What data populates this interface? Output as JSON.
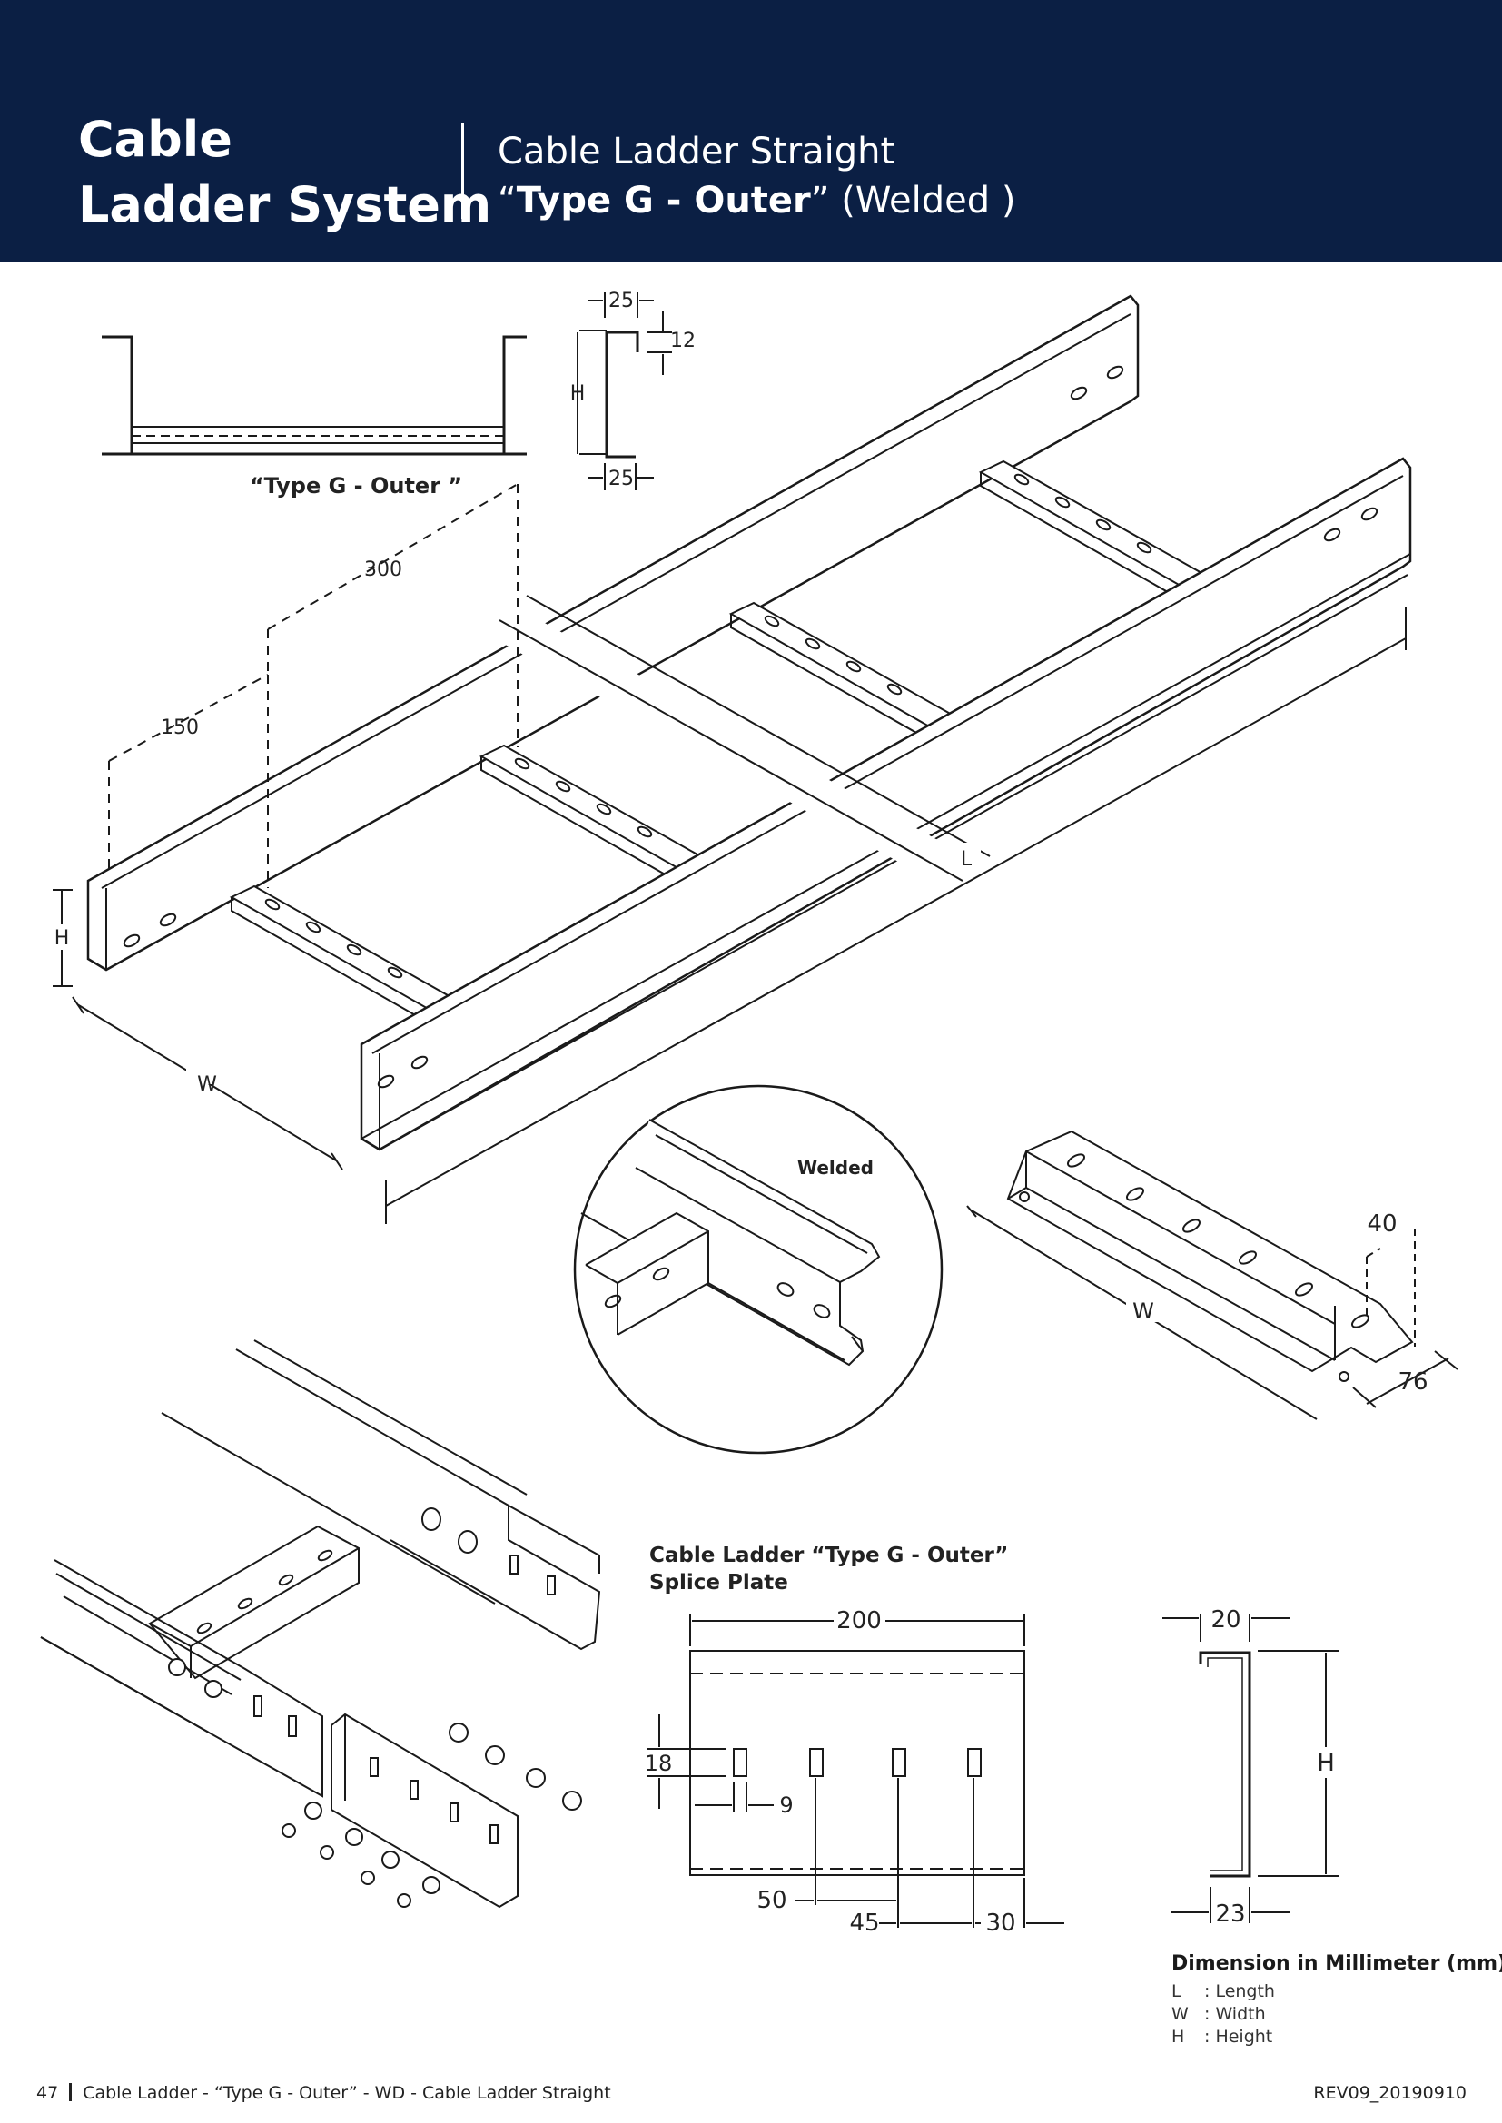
{
  "header": {
    "brand_line1": "Cable",
    "brand_line2": "Ladder System",
    "subtitle_line1": "Cable Ladder Straight",
    "subtitle_open_quote": "“",
    "subtitle_bold": "Type G - Outer",
    "subtitle_close": "”  (Welded )"
  },
  "colors": {
    "header_bg": "#0b1f44",
    "line": "#1a1a1a"
  },
  "figures": {
    "section_label": "“Type G - Outer ”",
    "profile_top": "25",
    "profile_lip": "12",
    "profile_height": "H",
    "profile_bottom": "25",
    "dim_300": "300",
    "dim_150": "150",
    "dim_h": "H",
    "dim_w": "W",
    "dim_l": "L",
    "welded_label": "Welded",
    "rung_w": "W",
    "rung_40": "40",
    "rung_76": "76",
    "splice_title_1": "Cable Ladder “Type G - Outer”",
    "splice_title_2": "Splice Plate",
    "splice_200": "200",
    "splice_18": "18",
    "splice_9": "9",
    "splice_50": "50",
    "splice_45": "45",
    "splice_30": "30",
    "splice_profile_20": "20",
    "splice_profile_h": "H",
    "splice_profile_23": "23"
  },
  "legend": {
    "title": "Dimension in Millimeter (mm)",
    "items": [
      {
        "key": "L",
        "text": ": Length"
      },
      {
        "key": "W",
        "text": ": Width"
      },
      {
        "key": "H",
        "text": ": Height"
      }
    ]
  },
  "footer": {
    "page": "47",
    "text": "Cable Ladder - “Type G - Outer” - WD - Cable Ladder Straight",
    "rev": "REV09_20190910"
  }
}
